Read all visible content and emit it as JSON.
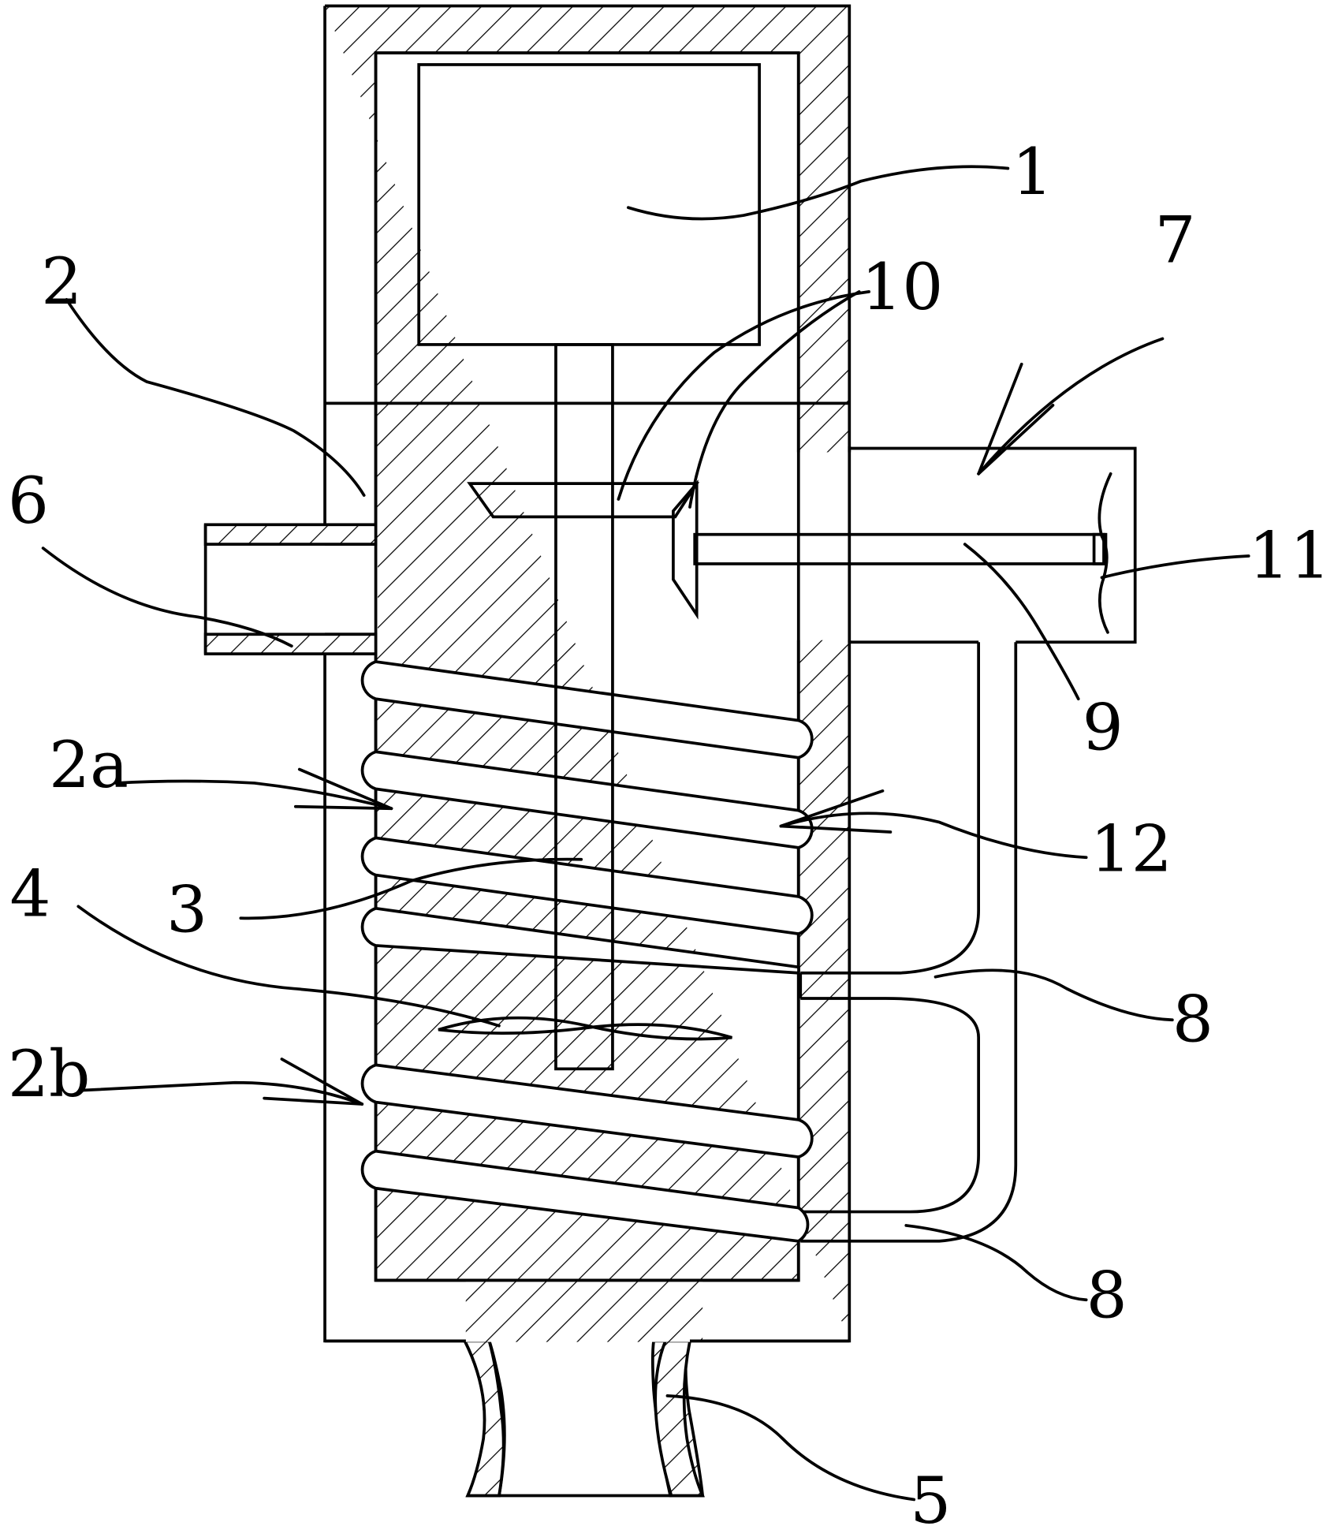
{
  "labels": {
    "l1": "1",
    "l2": "2",
    "l2a": "2a",
    "l2b": "2b",
    "l3": "3",
    "l4": "4",
    "l5": "5",
    "l6": "6",
    "l7": "7",
    "l8a": "8",
    "l8b": "8",
    "l9": "9",
    "l10": "10",
    "l11": "11",
    "l12": "12"
  },
  "colors": {
    "ink": "#000000",
    "paper": "#ffffff"
  }
}
